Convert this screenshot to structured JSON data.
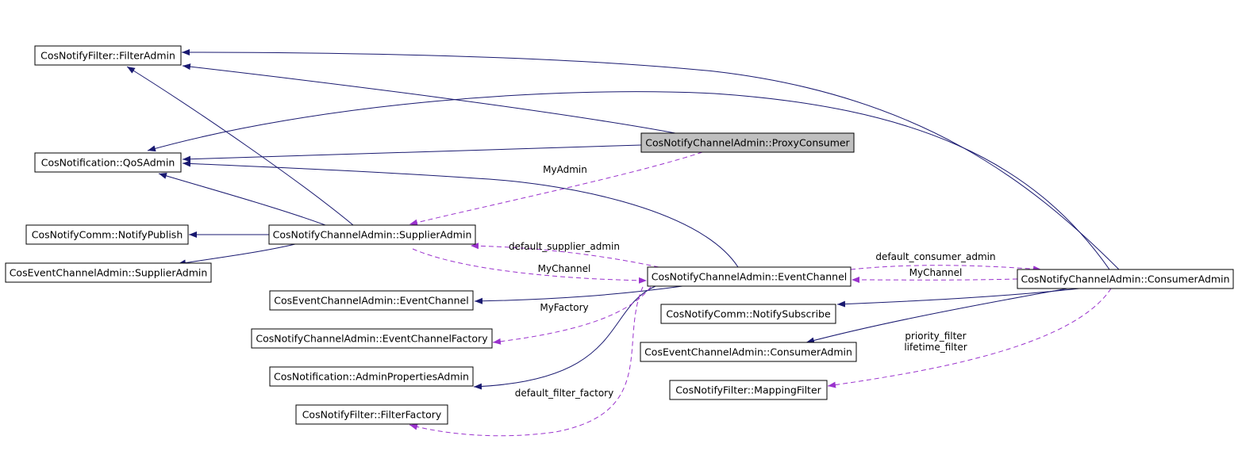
{
  "colors": {
    "inheritance_edge": "#191970",
    "usage_edge": "#9a32cd",
    "highlight_node": "#bfbfbf",
    "node_fill": "#ffffff"
  },
  "nodes": [
    {
      "id": "filteradmin",
      "label": "CosNotifyFilter::FilterAdmin"
    },
    {
      "id": "qosadmin",
      "label": "CosNotification::QoSAdmin"
    },
    {
      "id": "proxyconsumer",
      "label": "CosNotifyChannelAdmin::ProxyConsumer",
      "highlighted": true
    },
    {
      "id": "notifypublish",
      "label": "CosNotifyComm::NotifyPublish"
    },
    {
      "id": "supplieradmin",
      "label": "CosNotifyChannelAdmin::SupplierAdmin"
    },
    {
      "id": "cosevsupplieradmin",
      "label": "CosEventChannelAdmin::SupplierAdmin"
    },
    {
      "id": "eventchannel",
      "label": "CosNotifyChannelAdmin::EventChannel"
    },
    {
      "id": "coseveventchannel",
      "label": "CosEventChannelAdmin::EventChannel"
    },
    {
      "id": "consumeradmin",
      "label": "CosNotifyChannelAdmin::ConsumerAdmin"
    },
    {
      "id": "notifysubscribe",
      "label": "CosNotifyComm::NotifySubscribe"
    },
    {
      "id": "eventchannelfactory",
      "label": "CosNotifyChannelAdmin::EventChannelFactory"
    },
    {
      "id": "cosevconsumeradmin",
      "label": "CosEventChannelAdmin::ConsumerAdmin"
    },
    {
      "id": "adminpropertiesadmin",
      "label": "CosNotification::AdminPropertiesAdmin"
    },
    {
      "id": "mappingfilter",
      "label": "CosNotifyFilter::MappingFilter"
    },
    {
      "id": "filterfactory",
      "label": "CosNotifyFilter::FilterFactory"
    }
  ],
  "edges": [
    {
      "from": "proxyconsumer",
      "to": "filteradmin",
      "type": "inheritance"
    },
    {
      "from": "proxyconsumer",
      "to": "qosadmin",
      "type": "inheritance"
    },
    {
      "from": "proxyconsumer",
      "to": "supplieradmin",
      "type": "usage",
      "label": "MyAdmin"
    },
    {
      "from": "supplieradmin",
      "to": "filteradmin",
      "type": "inheritance"
    },
    {
      "from": "supplieradmin",
      "to": "qosadmin",
      "type": "inheritance"
    },
    {
      "from": "supplieradmin",
      "to": "notifypublish",
      "type": "inheritance"
    },
    {
      "from": "supplieradmin",
      "to": "cosevsupplieradmin",
      "type": "inheritance"
    },
    {
      "from": "supplieradmin",
      "to": "eventchannel",
      "type": "usage",
      "label": "MyChannel"
    },
    {
      "from": "eventchannel",
      "to": "supplieradmin",
      "type": "usage",
      "label": "default_supplier_admin"
    },
    {
      "from": "eventchannel",
      "to": "qosadmin",
      "type": "inheritance"
    },
    {
      "from": "eventchannel",
      "to": "coseveventchannel",
      "type": "inheritance"
    },
    {
      "from": "eventchannel",
      "to": "adminpropertiesadmin",
      "type": "inheritance"
    },
    {
      "from": "eventchannel",
      "to": "eventchannelfactory",
      "type": "usage",
      "label": "MyFactory"
    },
    {
      "from": "eventchannel",
      "to": "filterfactory",
      "type": "usage",
      "label": "default_filter_factory"
    },
    {
      "from": "eventchannel",
      "to": "consumeradmin",
      "type": "usage",
      "label": "default_consumer_admin"
    },
    {
      "from": "consumeradmin",
      "to": "eventchannel",
      "type": "usage",
      "label": "MyChannel"
    },
    {
      "from": "consumeradmin",
      "to": "filteradmin",
      "type": "inheritance"
    },
    {
      "from": "consumeradmin",
      "to": "qosadmin",
      "type": "inheritance"
    },
    {
      "from": "consumeradmin",
      "to": "notifysubscribe",
      "type": "inheritance"
    },
    {
      "from": "consumeradmin",
      "to": "cosevconsumeradmin",
      "type": "inheritance"
    },
    {
      "from": "consumeradmin",
      "to": "mappingfilter",
      "type": "usage",
      "label": "priority_filter\nlifetime_filter"
    }
  ]
}
